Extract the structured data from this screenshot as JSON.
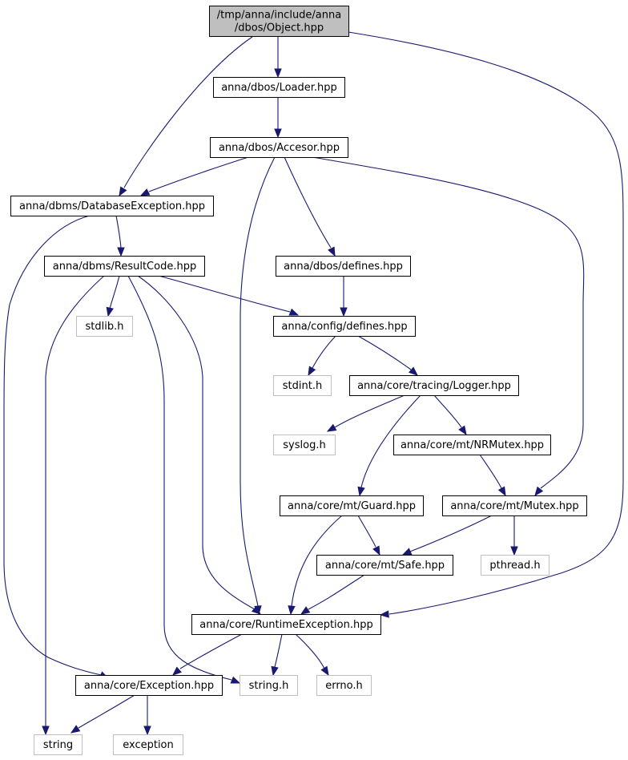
{
  "colors": {
    "edge": "#191970",
    "root_fill": "#bfbfbf",
    "node_fill": "#ffffff",
    "node_border": "#000000",
    "external_border": "#bfbfbf",
    "external_text": "#000000"
  },
  "nodes": [
    {
      "id": "object",
      "lines": [
        "/tmp/anna/include/anna",
        "/dbos/Object.hpp"
      ],
      "kind": "root"
    },
    {
      "id": "loader",
      "lines": [
        "anna/dbos/Loader.hpp"
      ],
      "kind": "file"
    },
    {
      "id": "accesor",
      "lines": [
        "anna/dbos/Accesor.hpp"
      ],
      "kind": "file"
    },
    {
      "id": "dbexception",
      "lines": [
        "anna/dbms/DatabaseException.hpp"
      ],
      "kind": "file"
    },
    {
      "id": "resultcode",
      "lines": [
        "anna/dbms/ResultCode.hpp"
      ],
      "kind": "file"
    },
    {
      "id": "dbosdefines",
      "lines": [
        "anna/dbos/defines.hpp"
      ],
      "kind": "file"
    },
    {
      "id": "stdlib",
      "lines": [
        "stdlib.h"
      ],
      "kind": "external"
    },
    {
      "id": "configdefines",
      "lines": [
        "anna/config/defines.hpp"
      ],
      "kind": "file"
    },
    {
      "id": "stdint",
      "lines": [
        "stdint.h"
      ],
      "kind": "external"
    },
    {
      "id": "logger",
      "lines": [
        "anna/core/tracing/Logger.hpp"
      ],
      "kind": "file"
    },
    {
      "id": "syslog",
      "lines": [
        "syslog.h"
      ],
      "kind": "external"
    },
    {
      "id": "nrmutex",
      "lines": [
        "anna/core/mt/NRMutex.hpp"
      ],
      "kind": "file"
    },
    {
      "id": "guard",
      "lines": [
        "anna/core/mt/Guard.hpp"
      ],
      "kind": "file"
    },
    {
      "id": "mutex",
      "lines": [
        "anna/core/mt/Mutex.hpp"
      ],
      "kind": "file"
    },
    {
      "id": "safe",
      "lines": [
        "anna/core/mt/Safe.hpp"
      ],
      "kind": "file"
    },
    {
      "id": "pthread",
      "lines": [
        "pthread.h"
      ],
      "kind": "external"
    },
    {
      "id": "runtimeexc",
      "lines": [
        "anna/core/RuntimeException.hpp"
      ],
      "kind": "file"
    },
    {
      "id": "exception",
      "lines": [
        "anna/core/Exception.hpp"
      ],
      "kind": "file"
    },
    {
      "id": "stringh",
      "lines": [
        "string.h"
      ],
      "kind": "external"
    },
    {
      "id": "errno",
      "lines": [
        "errno.h"
      ],
      "kind": "external"
    },
    {
      "id": "string",
      "lines": [
        "string"
      ],
      "kind": "external"
    },
    {
      "id": "exceptionstd",
      "lines": [
        "exception"
      ],
      "kind": "external"
    }
  ],
  "edges": [
    {
      "from": "object",
      "to": "loader"
    },
    {
      "from": "object",
      "to": "dbexception"
    },
    {
      "from": "object",
      "to": "runtimeexc"
    },
    {
      "from": "loader",
      "to": "accesor"
    },
    {
      "from": "accesor",
      "to": "dbexception"
    },
    {
      "from": "accesor",
      "to": "runtimeexc"
    },
    {
      "from": "accesor",
      "to": "dbosdefines"
    },
    {
      "from": "accesor",
      "to": "mutex"
    },
    {
      "from": "dbexception",
      "to": "resultcode"
    },
    {
      "from": "dbexception",
      "to": "exception"
    },
    {
      "from": "resultcode",
      "to": "stdlib"
    },
    {
      "from": "resultcode",
      "to": "configdefines"
    },
    {
      "from": "resultcode",
      "to": "string"
    },
    {
      "from": "resultcode",
      "to": "stringh"
    },
    {
      "from": "resultcode",
      "to": "runtimeexc"
    },
    {
      "from": "dbosdefines",
      "to": "configdefines"
    },
    {
      "from": "configdefines",
      "to": "stdint"
    },
    {
      "from": "configdefines",
      "to": "logger"
    },
    {
      "from": "logger",
      "to": "syslog"
    },
    {
      "from": "logger",
      "to": "nrmutex"
    },
    {
      "from": "logger",
      "to": "guard"
    },
    {
      "from": "nrmutex",
      "to": "mutex"
    },
    {
      "from": "guard",
      "to": "safe"
    },
    {
      "from": "guard",
      "to": "runtimeexc"
    },
    {
      "from": "mutex",
      "to": "safe"
    },
    {
      "from": "mutex",
      "to": "pthread"
    },
    {
      "from": "safe",
      "to": "runtimeexc"
    },
    {
      "from": "runtimeexc",
      "to": "exception"
    },
    {
      "from": "runtimeexc",
      "to": "stringh"
    },
    {
      "from": "runtimeexc",
      "to": "errno"
    },
    {
      "from": "exception",
      "to": "string"
    },
    {
      "from": "exception",
      "to": "exceptionstd"
    }
  ]
}
